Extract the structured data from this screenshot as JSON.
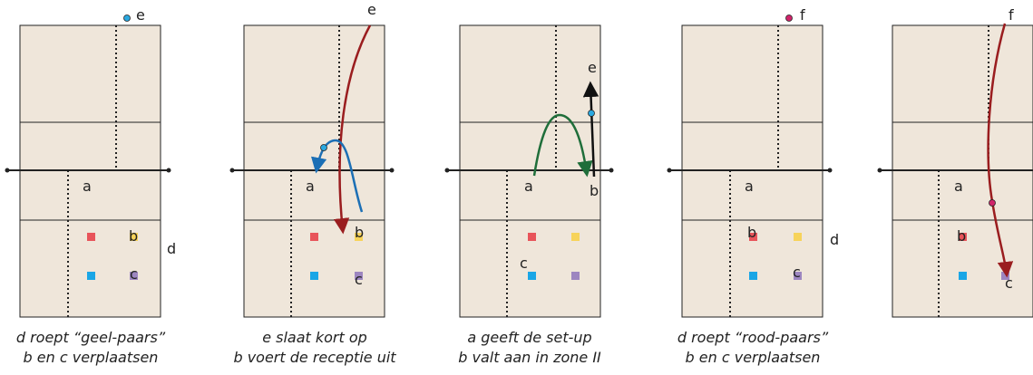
{
  "colors": {
    "court_fill": "#efe6da",
    "line": "#222222",
    "red": "#e8545a",
    "yellow": "#f7d35a",
    "cyan": "#1aa6e6",
    "purple": "#9d86c0",
    "arrow_red": "#9a1d1f",
    "arrow_blue": "#1c6fb5",
    "arrow_green": "#1f6e3a",
    "arrow_black": "#111111",
    "dot_cyan": "#2aa8e0",
    "dot_magenta": "#d0246a"
  },
  "panels": [
    {
      "caption": [
        "d roept “geel-paars”",
        "b en c  verplaatsen"
      ],
      "labels": {
        "e": "e",
        "a": "a",
        "b": "b",
        "c": "c",
        "d": "d"
      }
    },
    {
      "caption": [
        "e slaat kort op",
        "b voert de receptie uit"
      ],
      "labels": {
        "e": "e",
        "a": "a",
        "b": "b",
        "c": "c"
      }
    },
    {
      "caption": [
        "a geeft de set-up",
        "b valt aan in zone II"
      ],
      "labels": {
        "e": "e",
        "a": "a",
        "b": "b",
        "c": "c"
      }
    },
    {
      "caption": [
        "d roept “rood-paars”",
        "b en c  verplaatsen"
      ],
      "labels": {
        "f": "f",
        "a": "a",
        "b": "b",
        "c": "c",
        "d": "d"
      }
    },
    {
      "caption": [
        "",
        ""
      ],
      "labels": {
        "f": "f",
        "a": "a",
        "b": "b",
        "c": "c"
      }
    }
  ]
}
